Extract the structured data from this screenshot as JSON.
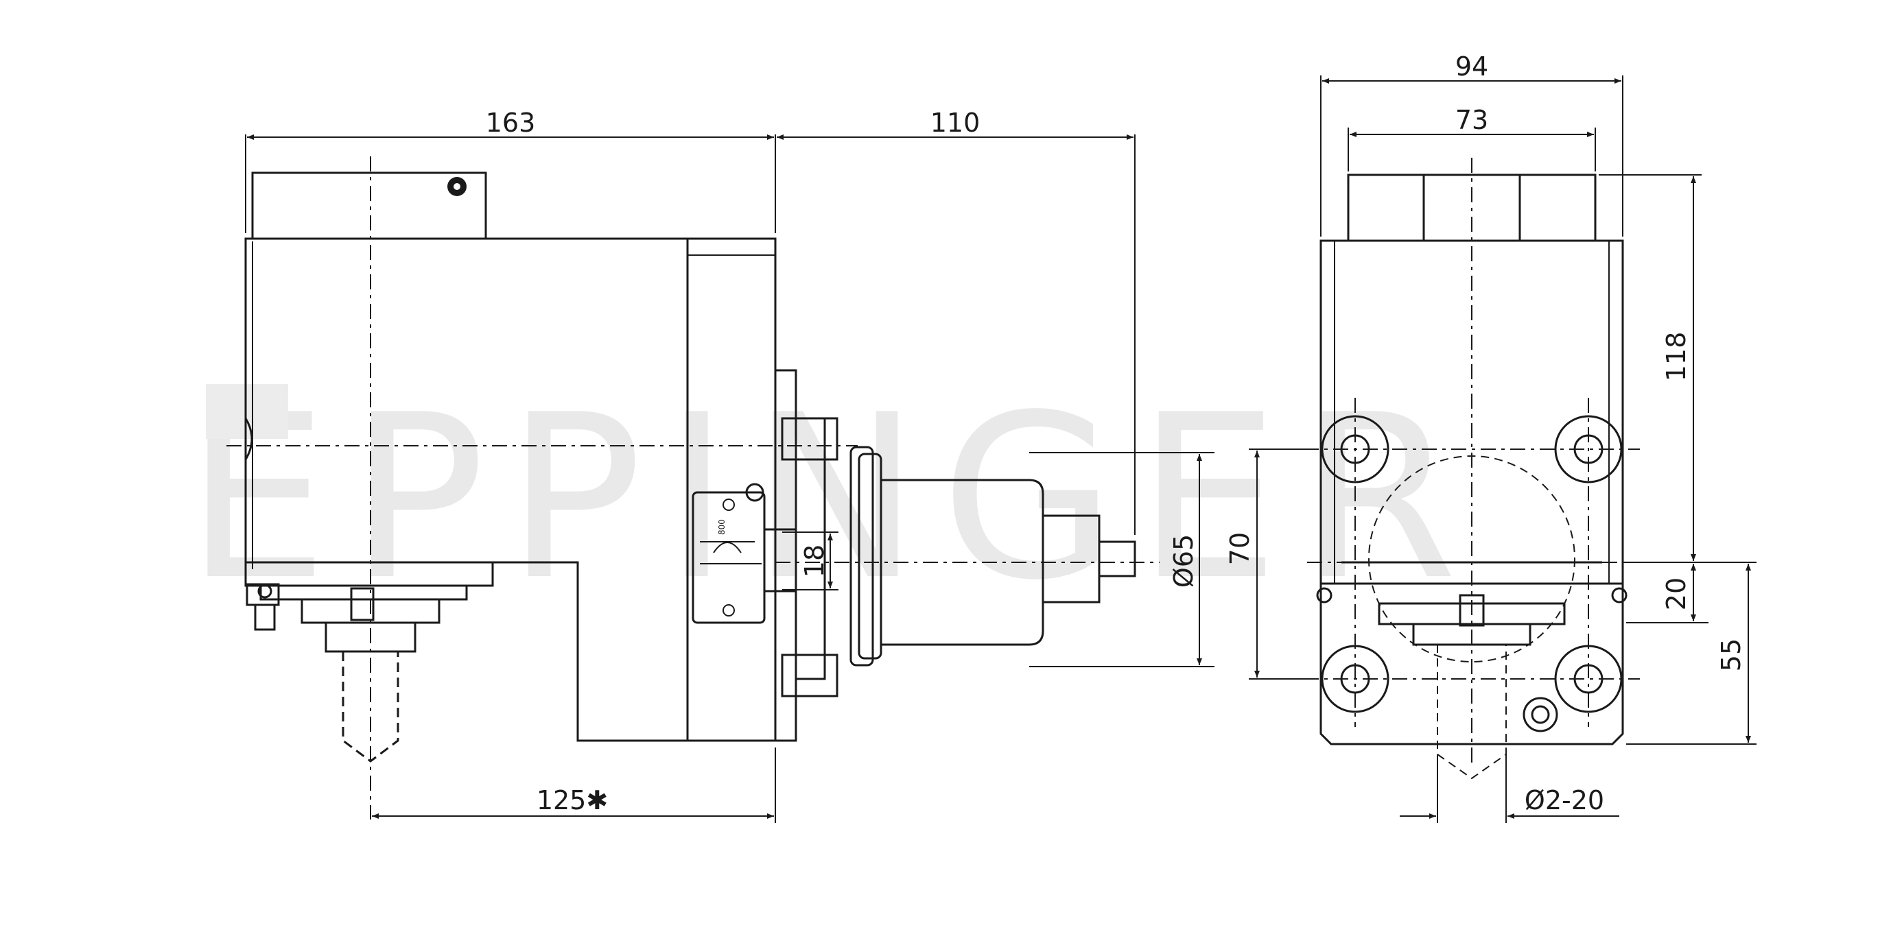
{
  "watermark": {
    "brand": "EPPINGER",
    "color": "#e9e9e9"
  },
  "side_view": {
    "dimensions": {
      "overall_length": "163",
      "output_length": "110",
      "center_distance": "125✱",
      "output_diameter": "Ø65",
      "shaft_width": "18"
    }
  },
  "front_view": {
    "dimensions": {
      "overall_width": "94",
      "top_width": "73",
      "height": "118",
      "spacing": "70",
      "offset": "20",
      "lower_height": "55",
      "clamping_range": "Ø2-20"
    }
  },
  "colors": {
    "line": "#1a1a1a",
    "background": "#ffffff"
  }
}
